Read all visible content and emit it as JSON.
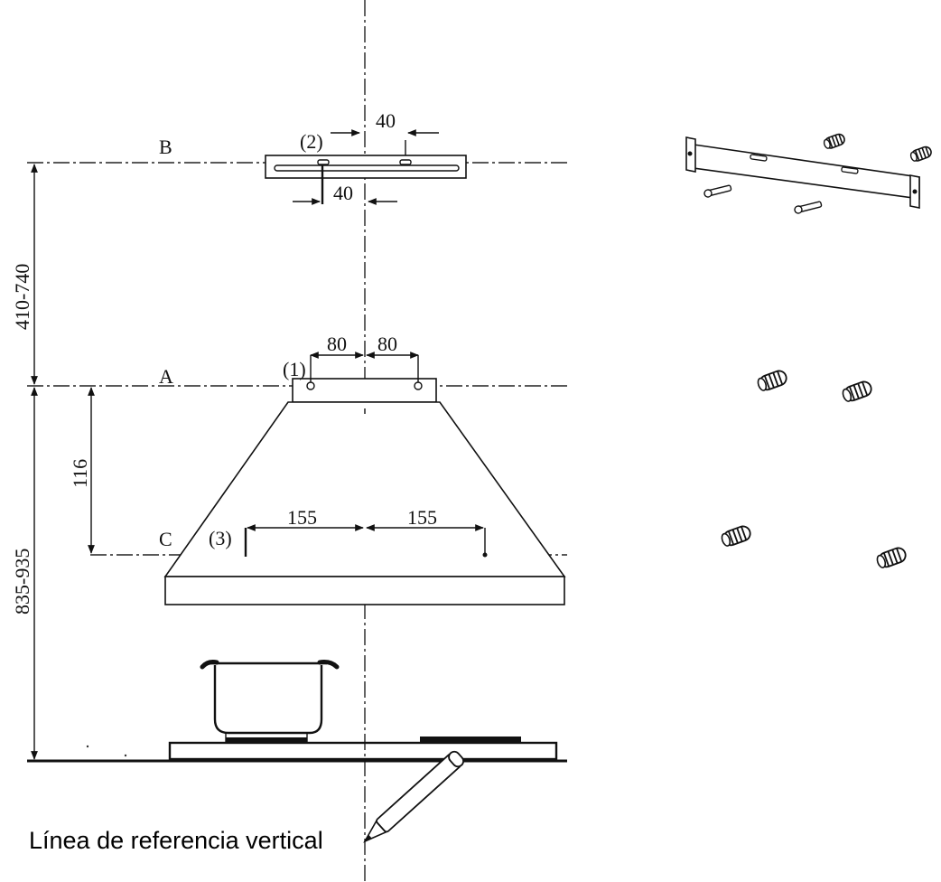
{
  "labels": {
    "line_b": "B",
    "line_a": "A",
    "line_c": "C",
    "point_1": "(1)",
    "point_2": "(2)",
    "point_3": "(3)"
  },
  "dimensions": {
    "bracket_top_40": "40",
    "bracket_bottom_40": "40",
    "range_b_to_a": "410-740",
    "left_80": "80",
    "right_80": "80",
    "a_to_c": "116",
    "left_155": "155",
    "right_155": "155",
    "range_a_to_floor": "835-935"
  },
  "caption": "Línea de referencia vertical"
}
